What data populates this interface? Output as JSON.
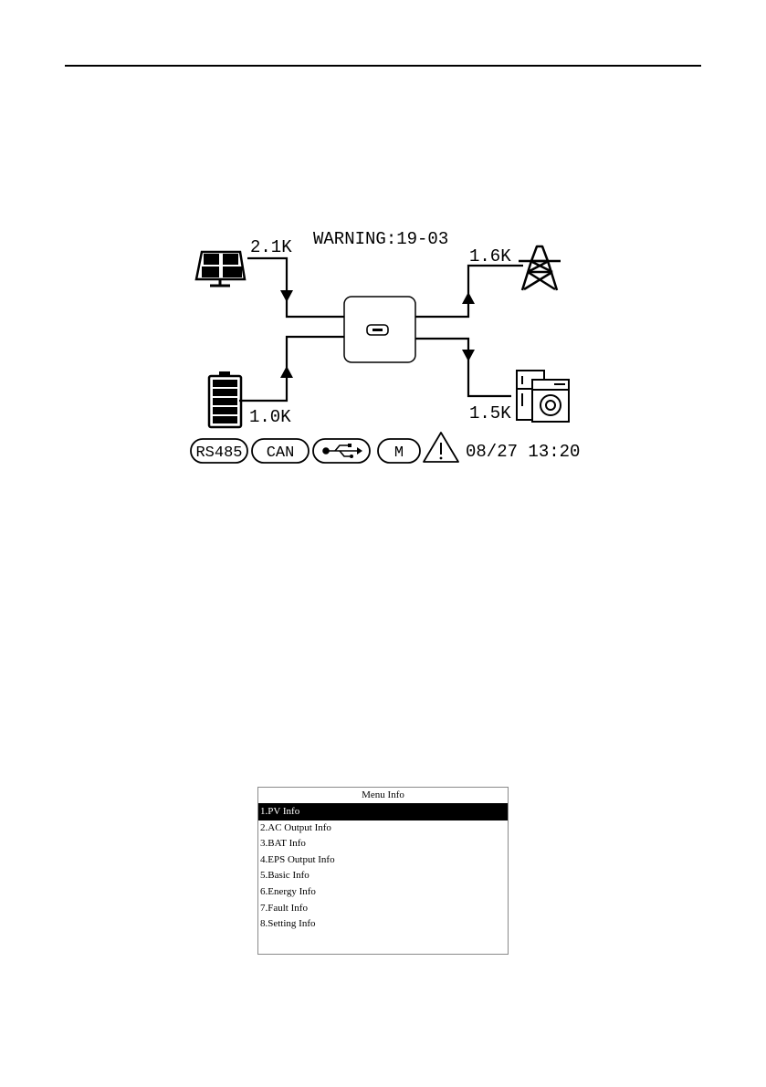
{
  "display": {
    "warning": "WARNING:19-03",
    "pv_power": "2.1K",
    "grid_power": "1.6K",
    "battery_power": "1.0K",
    "load_power": "1.5K",
    "status_pills": [
      "RS485",
      "CAN",
      "M"
    ],
    "datetime": "08/27 13:20",
    "icons": [
      "solar-panel-icon",
      "grid-tower-icon",
      "inverter-icon",
      "battery-icon",
      "home-appliance-icon",
      "usb-icon",
      "warning-icon"
    ]
  },
  "menu": {
    "title": "Menu Info",
    "selected_index": 0,
    "items": [
      "1.PV Info",
      "2.AC Output Info",
      "3.BAT Info",
      "4.EPS Output Info",
      "5.Basic Info",
      "6.Energy Info",
      "7.Fault Info",
      "8.Setting Info"
    ]
  }
}
